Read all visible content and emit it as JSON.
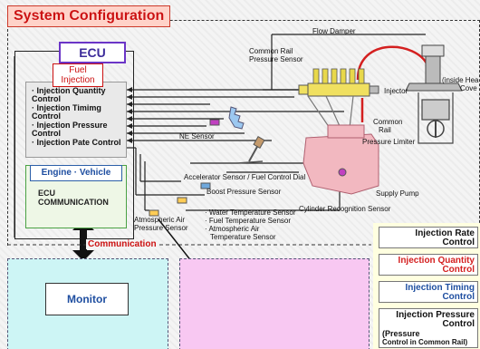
{
  "title": "System Configuration",
  "ecu": {
    "title": "ECU",
    "fuel_injection": "Fuel Injection",
    "items": [
      "· Injection Quantity Control",
      "· Injection Timimg Control",
      "· Injection Pressure Control",
      "· Injection Pate Control"
    ],
    "engine_vehicle": "Engine · Vehicle",
    "comm_line1": "ECU",
    "comm_line2": "COMMUNICATION"
  },
  "labels": {
    "flow_damper": "Flow Damper",
    "common_rail_pressure_sensor_1": "Common Rail",
    "common_rail_pressure_sensor_2": "Pressure Sensor",
    "injector": "Injector",
    "inside_head_1": "(inside Hea",
    "inside_head_2": "Cove",
    "common_rail_1": "Common",
    "common_rail_2": "Rail",
    "pressure_limiter": "Pressure Limiter",
    "ne_sensor": "NE Sensor",
    "accelerator_sensor": "Accelerator Sensor / Fuel Control Dial",
    "boost_pressure_sensor": "Boost Pressure Sensor",
    "supply_pump": "Supply Pump",
    "cylinder_recognition": "Cylinder Recognition  Sensor",
    "water_temp": "· Water Temperature Sensor",
    "fuel_temp": "· Fuel Temperature Sensor",
    "atm_air_temp_1": "· Atmospheric Air",
    "atm_air_temp_2": "Temperature Sensor",
    "atm_air_press_1": "Atmospheric Air",
    "atm_air_press_2": "Pressure Sensor",
    "communication": "Communication",
    "monitor": "Monitor"
  },
  "legend": {
    "rate_1": "Injection Rate",
    "rate_2": "Control",
    "quantity_1": "Injection Quantity",
    "quantity_2": "Control",
    "timing_1": "Injection Timing",
    "timing_2": "Control",
    "pressure_1": "Injection Pressure",
    "pressure_2": "Control",
    "pressure_3": "(Pressure",
    "pressure_4": "Control in Common Rail)"
  },
  "colors": {
    "title_red": "#cc1111",
    "ecu_purple": "#6b35c7",
    "monitor_cyan": "#cdf5f5",
    "vehicle_pink": "#f8c8f2",
    "pump_pink": "#f2b8c0",
    "fuel_red": "#d42020",
    "legend_blue": "#1e4ea0",
    "excavator_yellow": "#f2c200"
  }
}
